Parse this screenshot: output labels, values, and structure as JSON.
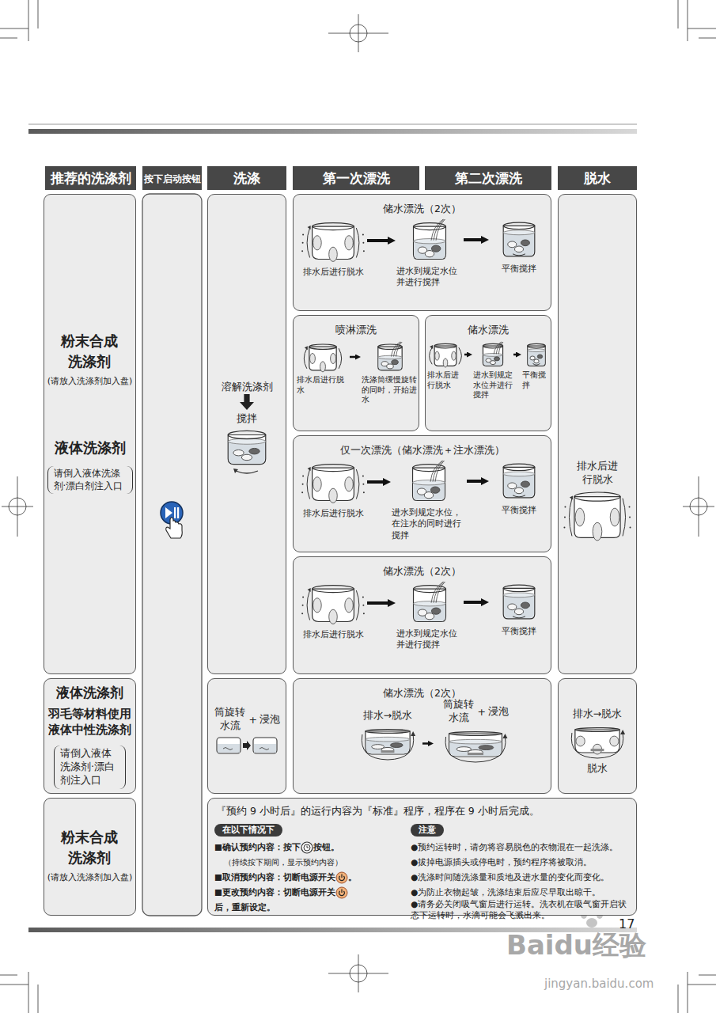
{
  "diagram": {
    "nodes": [
      {
        "text": [
          "推荐的洗涤剂"
        ]
      },
      {
        "text": [
          "按下启动按钮"
        ]
      },
      {
        "text": [
          "洗涤"
        ]
      },
      {
        "text": [
          "第一次漂洗"
        ]
      },
      {
        "text": [
          "第二次漂洗"
        ]
      },
      {
        "text": [
          "脱水"
        ]
      },
      {
        "text": [
          "粉末合成洗涤剂",
          "(请放入洗涤剂加入盘)",
          "液体洗涤剂",
          "请倒入液体洗涤剂·漂白剂注入口"
        ]
      },
      {
        "text": [
          "溶解洗涤剂",
          "搅拌"
        ]
      },
      {
        "text": [
          "储水漂洗（2次）"
        ]
      },
      {
        "text": [
          "排水后进行脱水"
        ],
        "in": 8
      },
      {
        "text": [
          "进水到规定水位并进行搅拌"
        ],
        "in": 8
      },
      {
        "text": [
          "平衡搅拌"
        ],
        "in": 8
      },
      {
        "text": [
          "喷淋漂洗"
        ]
      },
      {
        "text": [
          "排水后进行脱水"
        ],
        "in": 12
      },
      {
        "text": [
          "洗涤筒缓慢旋转的同时，开始进水"
        ],
        "in": 12
      },
      {
        "text": [
          "储水漂洗"
        ]
      },
      {
        "text": [
          "排水后进行脱水"
        ],
        "in": 15
      },
      {
        "text": [
          "进水到规定水位并进行搅拌"
        ],
        "in": 15
      },
      {
        "text": [
          "平衡搅拌"
        ],
        "in": 15
      },
      {
        "text": [
          "仅一次漂洗（储水漂洗＋注水漂洗）"
        ]
      },
      {
        "text": [
          "排水后进行脱水"
        ],
        "in": 19
      },
      {
        "text": [
          "进水到规定水位，在注水的同时进行搅拌"
        ],
        "in": 19
      },
      {
        "text": [
          "平衡搅拌"
        ],
        "in": 19
      },
      {
        "text": [
          "储水漂洗（2次）"
        ]
      },
      {
        "text": [
          "排水后进行脱水"
        ],
        "in": 23
      },
      {
        "text": [
          "进水到规定水位并进行搅拌"
        ],
        "in": 23
      },
      {
        "text": [
          "平衡搅拌"
        ],
        "in": 23
      },
      {
        "text": [
          "排水后进行脱水"
        ]
      },
      {
        "text": [
          "液体洗涤剂",
          "羽毛等材料使用液体中性洗涤剂",
          "请倒入液体洗涤剂·漂白剂注入口"
        ]
      },
      {
        "text": [
          "筒旋转水流",
          "+",
          "浸泡"
        ]
      },
      {
        "text": [
          "储水漂洗（2次）"
        ]
      },
      {
        "text": [
          "排水→脱水"
        ],
        "in": 30
      },
      {
        "text": [
          "筒旋转水流",
          "+",
          "浸泡"
        ],
        "in": 30
      },
      {
        "text": [
          "排水→脱水",
          "脱水"
        ]
      },
      {
        "text": [
          "粉末合成洗涤剂",
          "(请放入洗涤剂加入盘)"
        ]
      },
      {
        "text": [
          "『预约 9 小时后』的运行内容为『标准』程序，程序在 9 小时后完成。"
        ]
      },
      {
        "text": [
          "在以下情况下",
          "■确认预约内容：按下",
          "按钮。",
          "（持续按下期间，显示预约内容）",
          "■取消预约内容：切断电源开关",
          "。",
          "■更改预约内容：切断电源开关",
          "后，重新设定。"
        ],
        "in": 35
      },
      {
        "text": [
          "注意",
          "●预约运转时，请勿将容易脱色的衣物混在一起洗涤。",
          "●拔掉电源插头或停电时，预约程序将被取消。",
          "●洗涤时间随洗涤量和质地及进水量的变化而变化。",
          "●为防止衣物起皱，洗涤结束后应尽早取出晾干。",
          "●请务必关闭吸气窗后进行运转。洗衣机在吸气窗开启状态下运转时，水滴可能会飞溅出来。"
        ],
        "in": 35
      }
    ],
    "edges": [
      {
        "from": 9,
        "to": 10,
        "arrow": "to"
      },
      {
        "from": 10,
        "to": 11,
        "arrow": "to"
      },
      {
        "from": 13,
        "to": 14,
        "arrow": "to"
      },
      {
        "from": 16,
        "to": 17,
        "arrow": "to"
      },
      {
        "from": 17,
        "to": 18,
        "arrow": "to"
      },
      {
        "from": 20,
        "to": 21,
        "arrow": "to"
      },
      {
        "from": 21,
        "to": 22,
        "arrow": "to"
      },
      {
        "from": 24,
        "to": 25,
        "arrow": "to"
      },
      {
        "from": 25,
        "to": 26,
        "arrow": "to"
      },
      {
        "from": 31,
        "to": 32,
        "arrow": "to"
      }
    ],
    "labels": [
      "17",
      "Baidu经验",
      "jingyan.baidu.com"
    ]
  }
}
